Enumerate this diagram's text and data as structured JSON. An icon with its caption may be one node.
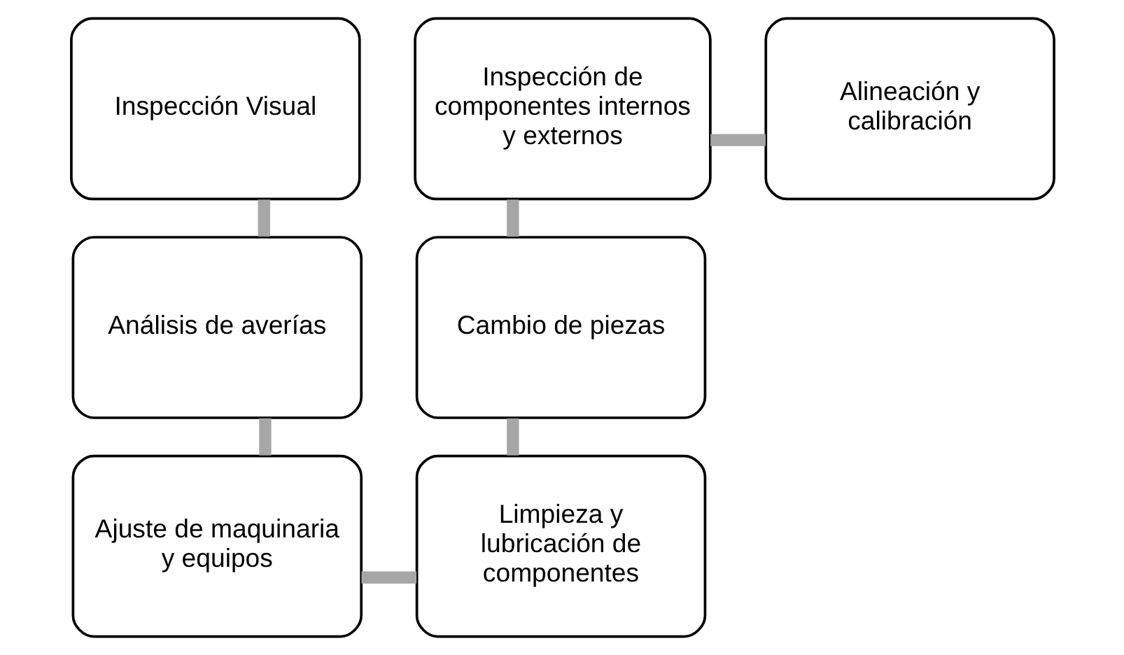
{
  "diagram": {
    "nodes": [
      {
        "text": [
          "Inspección Visual"
        ]
      },
      {
        "text": [
          "Análisis de averías"
        ]
      },
      {
        "text": [
          "Ajuste de maquinaria y equipos"
        ]
      },
      {
        "text": [
          "Limpieza y lubricación de componentes"
        ]
      },
      {
        "text": [
          "Cambio de piezas"
        ]
      },
      {
        "text": [
          "Inspección de componentes internos y externos"
        ]
      },
      {
        "text": [
          "Alineación y calibración"
        ]
      }
    ],
    "edges": [
      {
        "from": 0,
        "to": 1,
        "arrow": "none"
      },
      {
        "from": 1,
        "to": 2,
        "arrow": "none"
      },
      {
        "from": 2,
        "to": 3,
        "arrow": "none"
      },
      {
        "from": 3,
        "to": 4,
        "arrow": "none"
      },
      {
        "from": 4,
        "to": 5,
        "arrow": "none"
      },
      {
        "from": 5,
        "to": 6,
        "arrow": "none"
      }
    ]
  }
}
